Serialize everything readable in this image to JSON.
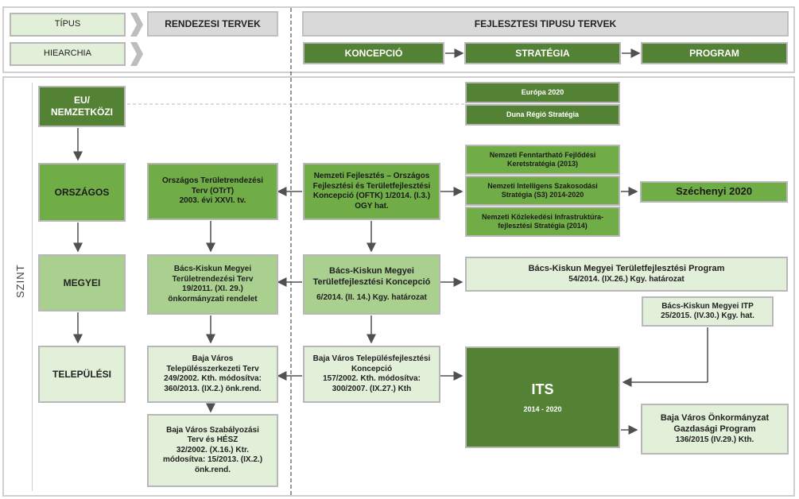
{
  "header": {
    "tipus": "TÍPUS",
    "hiearchia": "HIEARCHIA",
    "rendezesi": "RENDEZESI TERVEK",
    "fejlesztesi": "FEJLESZTESI TIPUSU TERVEK",
    "koncepcio": "KONCEPCIÓ",
    "strategia": "STRATÉGIA",
    "program": "PROGRAM"
  },
  "szint": "SZINT",
  "levels": {
    "eu": [
      "EU/",
      "NEMZETKÖZI"
    ],
    "orszagos": "ORSZÁGOS",
    "megyei": "MEGYEI",
    "telepulesi": "TELEPÜLÉSI"
  },
  "rendezesi": {
    "orszagos": [
      "Országos Területrendezési",
      "Terv (OTrT)",
      "2003. évi XXVI. tv."
    ],
    "megyei": [
      "Bács-Kiskun Megyei",
      "Területrendezési Terv",
      "19/2011. (XI. 29.)",
      "önkormányzati rendelet"
    ],
    "telepulesi": [
      "Baja Város",
      "Településszerkezeti Terv",
      "249/2002. Kth. módosítva:",
      "360/2013. (IX.2.) önk.rend."
    ],
    "szabalyozasi": [
      "Baja Város Szabályozási",
      "Terv és HÉSZ",
      "32/2002. (X.16.) Ktr.",
      "módosítva: 15/2013. (IX.2.)",
      "önk.rend."
    ]
  },
  "koncepcio": {
    "orszagos": [
      "Nemzeti Fejlesztés – Országos",
      "Fejlesztési és Területfejlesztési",
      "Koncepció (OFTK) 1/2014. (I.3.)",
      "OGY hat."
    ],
    "megyei": [
      "Bács-Kiskun Megyei",
      "Területfejlesztési Koncepció",
      "6/2014. (II. 14.) Kgy. határozat"
    ],
    "telepulesi": [
      "Baja Város Településfejlesztési",
      "Koncepció",
      "157/2002. Kth. módosítva:",
      "300/2007. (IX.27.) Kth"
    ]
  },
  "strategia": {
    "europa": "Európa 2020",
    "duna": "Duna Régió Stratégia",
    "fenntarthato": [
      "Nemzeti Fenntartható Fejlődési",
      "Keretstratégia (2013)"
    ],
    "intelligens": [
      "Nemzeti Intelligens Szakosodási",
      "Stratégia (S3) 2014-2020"
    ],
    "kozlekedesi": [
      "Nemzeti Közlekedési Infrastruktúra-",
      "fejlesztési Stratégia (2014)"
    ]
  },
  "program": {
    "szechenyi": "Széchenyi 2020",
    "megyei_program": [
      "Bács-Kiskun Megyei Területfejlesztési Program",
      "54/2014. (IX.26.) Kgy. határozat"
    ],
    "itp": [
      "Bács-Kiskun Megyei ITP",
      "25/2015. (IV.30.) Kgy. hat."
    ],
    "its_title": "ITS",
    "its_years": "2014 - 2020",
    "gazdasagi": [
      "Baja Város Önkormányzat",
      "Gazdasági Program",
      "136/2015 (IV.29.) Kth."
    ]
  },
  "colors": {
    "light": "#e2efd9",
    "mid": "#a9d08e",
    "green": "#70ad47",
    "dark": "#548235",
    "gray": "#d9d9d9"
  }
}
